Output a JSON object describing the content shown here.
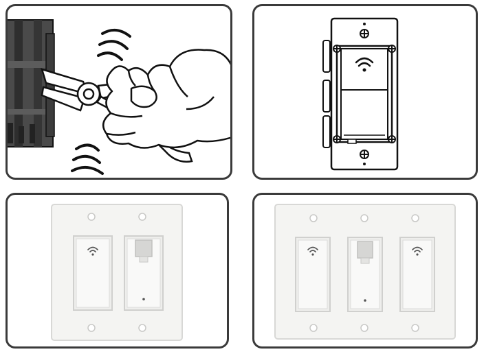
{
  "panels": [
    {
      "id": "break-off-tabs",
      "icon": "pliers-hand-icon"
    },
    {
      "id": "mounted-switch",
      "icon": "switch-icon"
    },
    {
      "id": "two-gang-plate",
      "icon": "two-gang-plate-icon"
    },
    {
      "id": "three-gang-plate",
      "icon": "three-gang-plate-icon"
    }
  ],
  "colors": {
    "border": "#3a3a3a",
    "line": "#222222",
    "plate": "#f4f4f2",
    "switch_face": "#f9f9f8",
    "device_dark": "#4a4a4a"
  }
}
